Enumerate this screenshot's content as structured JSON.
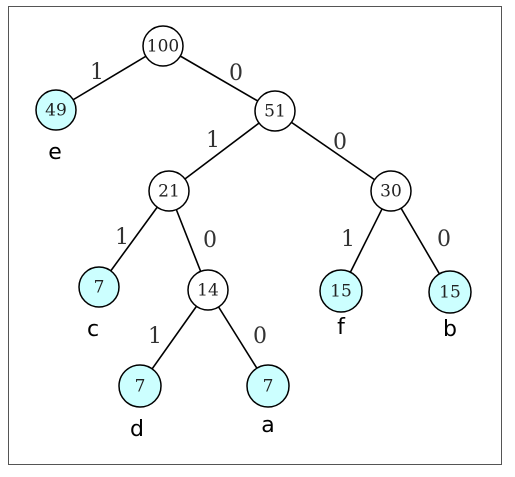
{
  "diagram": {
    "colors": {
      "internal_fill": "#ffffff",
      "leaf_fill": "#ccffff",
      "stroke": "#000000",
      "frame": "#555555"
    },
    "nodes": [
      {
        "id": "n100",
        "value": "100",
        "leaf": false
      },
      {
        "id": "n49",
        "value": "49",
        "leaf": true,
        "letter": "e"
      },
      {
        "id": "n51",
        "value": "51",
        "leaf": false
      },
      {
        "id": "n21",
        "value": "21",
        "leaf": false
      },
      {
        "id": "n30",
        "value": "30",
        "leaf": false
      },
      {
        "id": "n7c",
        "value": "7",
        "leaf": true,
        "letter": "c"
      },
      {
        "id": "n14",
        "value": "14",
        "leaf": false
      },
      {
        "id": "n15f",
        "value": "15",
        "leaf": true,
        "letter": "f"
      },
      {
        "id": "n15b",
        "value": "15",
        "leaf": true,
        "letter": "b"
      },
      {
        "id": "n7d",
        "value": "7",
        "leaf": true,
        "letter": "d"
      },
      {
        "id": "n7a",
        "value": "7",
        "leaf": true,
        "letter": "a"
      }
    ],
    "edges": [
      {
        "from": "n100",
        "to": "n49",
        "label": "1"
      },
      {
        "from": "n100",
        "to": "n51",
        "label": "0"
      },
      {
        "from": "n51",
        "to": "n21",
        "label": "1"
      },
      {
        "from": "n51",
        "to": "n30",
        "label": "0"
      },
      {
        "from": "n21",
        "to": "n7c",
        "label": "1"
      },
      {
        "from": "n21",
        "to": "n14",
        "label": "0"
      },
      {
        "from": "n30",
        "to": "n15f",
        "label": "1"
      },
      {
        "from": "n30",
        "to": "n15b",
        "label": "0"
      },
      {
        "from": "n14",
        "to": "n7d",
        "label": "1"
      },
      {
        "from": "n14",
        "to": "n7a",
        "label": "0"
      }
    ]
  }
}
